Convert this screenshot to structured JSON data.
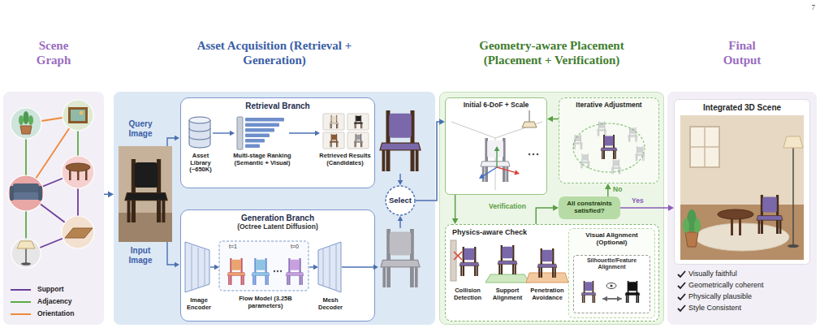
{
  "diagram": {
    "nodes": [
      {
        "text": [
          "Scene Graph"
        ]
      },
      {
        "text": [
          "Asset Acquisition (Retrieval + Generation)"
        ]
      },
      {
        "text": [
          "Retrieval Branch"
        ],
        "in": 1
      },
      {
        "text": [
          "Generation Branch",
          "(Octree Latent Diffusion)"
        ],
        "in": 1
      },
      {
        "text": [
          "Select"
        ],
        "in": 1
      },
      {
        "text": [
          "Geometry-aware Placement (Placement + Verification)"
        ]
      },
      {
        "text": [
          "Initial 6-DoF + Scale"
        ],
        "in": 5
      },
      {
        "text": [
          "Iterative Adjustment"
        ],
        "in": 5
      },
      {
        "text": [
          "Physics-aware Check"
        ],
        "in": 5
      },
      {
        "text": [
          "Visual Alignment (Optional)"
        ],
        "in": 8
      },
      {
        "text": [
          "Silhouette/Feature Alignment"
        ],
        "in": 9
      },
      {
        "text": [
          "All constraints satisfied?"
        ],
        "in": 5
      },
      {
        "text": [
          "Final Output"
        ]
      },
      {
        "text": [
          "Integrated 3D Scene"
        ],
        "in": 12
      }
    ],
    "edges": [
      {
        "from": 0,
        "to": 1,
        "arrow": "to"
      },
      {
        "from": 4,
        "to": 6,
        "arrow": "to"
      },
      {
        "from": 7,
        "to": 6,
        "arrow": "to"
      },
      {
        "from": 6,
        "to": 8,
        "arrow": "to"
      },
      {
        "from": 8,
        "to": 11,
        "label": "Verification",
        "arrow": "to"
      },
      {
        "from": 11,
        "to": 7,
        "label": "No",
        "arrow": "to"
      },
      {
        "from": 11,
        "to": 13,
        "label": "Yes",
        "arrow": "to"
      }
    ],
    "labels": [
      "7",
      "Query Image",
      "Input Image",
      "Asset Library (~650K)",
      "Multi-stage Ranking (Semantic + Visual)",
      "Retrieved Results (Candidates)",
      "t=1",
      "t=0",
      "Image Encoder",
      "Flow Model (3.25B parameters)",
      "Mesh Decoder",
      "Collision Detection",
      "Support Alignment",
      "Penetration Avoidance",
      "Visually faithful",
      "Geometrically coherent",
      "Physically plausible",
      "Style Consistent"
    ],
    "legend": [
      {
        "text": "Support"
      },
      {
        "text": "Adjacency"
      },
      {
        "text": "Orientation"
      }
    ]
  }
}
